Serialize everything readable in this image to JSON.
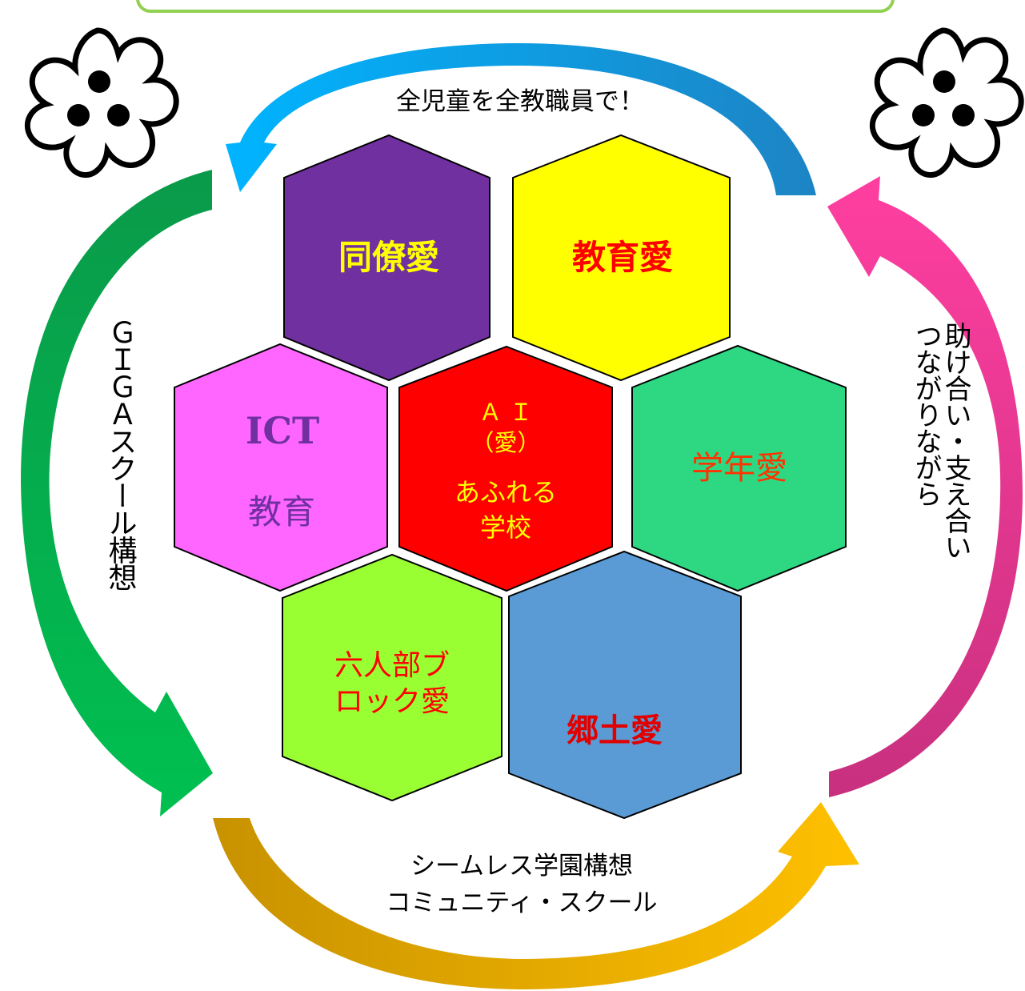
{
  "cycle": {
    "top": "全児童を全教職員で！",
    "left": "ＧＩＧＡスクール構想",
    "right_line1": "助け合い・支え合い",
    "right_line2": "つながりながら",
    "bottom_line1": "シームレス学園構想",
    "bottom_line2": "コミュニティ・スクール"
  },
  "hexagons": {
    "top_left": {
      "label": "同僚愛",
      "fill": "#7030a0",
      "text_color": "#ffff00"
    },
    "top_right": {
      "label": "教育愛",
      "fill": "#ffff00",
      "text_color": "#ff0000"
    },
    "mid_left": {
      "line1": "ICT",
      "line2": "教育",
      "fill": "#ff66ff",
      "line1_color": "#7030a0",
      "line2_color": "#7030a0"
    },
    "center": {
      "line1": "Ａ Ｉ",
      "line2": "（愛）",
      "line3": "あふれる",
      "line4": "学校",
      "fill": "#ff0000",
      "text_color": "#ffff00"
    },
    "mid_right": {
      "label": "学年愛",
      "fill": "#2ed882",
      "text_color": "#ff3300"
    },
    "bottom_left": {
      "line1": "六人部ブ",
      "line2": "ロック愛",
      "fill": "#99ff33",
      "text_color": "#ff0000"
    },
    "bottom_right": {
      "label": "郷土愛",
      "fill": "#5b9bd5",
      "text_color": "#e00000"
    }
  },
  "arrow_colors": {
    "top": "#2bb0e8",
    "left": "#00b050",
    "right": "#e8388f",
    "bottom": "#ffc000"
  }
}
